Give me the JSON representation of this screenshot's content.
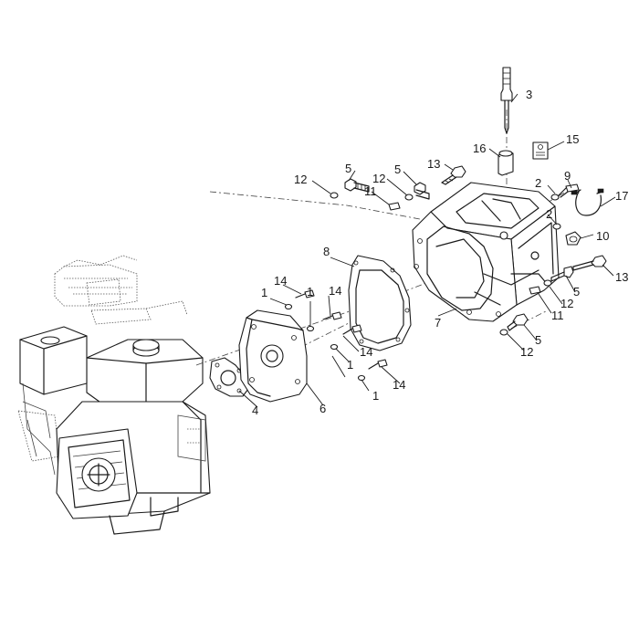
{
  "callouts": [
    {
      "id": "c1a",
      "label": "1"
    },
    {
      "id": "c1b",
      "label": "1"
    },
    {
      "id": "c1c",
      "label": "1"
    },
    {
      "id": "c1d",
      "label": "1"
    },
    {
      "id": "c2a",
      "label": "2"
    },
    {
      "id": "c2b",
      "label": "2"
    },
    {
      "id": "c3",
      "label": "3"
    },
    {
      "id": "c4",
      "label": "4"
    },
    {
      "id": "c5a",
      "label": "5"
    },
    {
      "id": "c5b",
      "label": "5"
    },
    {
      "id": "c5c",
      "label": "5"
    },
    {
      "id": "c5d",
      "label": "5"
    },
    {
      "id": "c6",
      "label": "6"
    },
    {
      "id": "c7",
      "label": "7"
    },
    {
      "id": "c8",
      "label": "8"
    },
    {
      "id": "c9",
      "label": "9"
    },
    {
      "id": "c10",
      "label": "10"
    },
    {
      "id": "c11a",
      "label": "11"
    },
    {
      "id": "c11b",
      "label": "11"
    },
    {
      "id": "c12a",
      "label": "12"
    },
    {
      "id": "c12b",
      "label": "12"
    },
    {
      "id": "c12c",
      "label": "12"
    },
    {
      "id": "c12d",
      "label": "12"
    },
    {
      "id": "c13a",
      "label": "13"
    },
    {
      "id": "c13b",
      "label": "13"
    },
    {
      "id": "c14a",
      "label": "14"
    },
    {
      "id": "c14b",
      "label": "14"
    },
    {
      "id": "c14c",
      "label": "14"
    },
    {
      "id": "c14d",
      "label": "14"
    },
    {
      "id": "c15",
      "label": "15"
    },
    {
      "id": "c16",
      "label": "16"
    },
    {
      "id": "c17",
      "label": "17"
    }
  ]
}
